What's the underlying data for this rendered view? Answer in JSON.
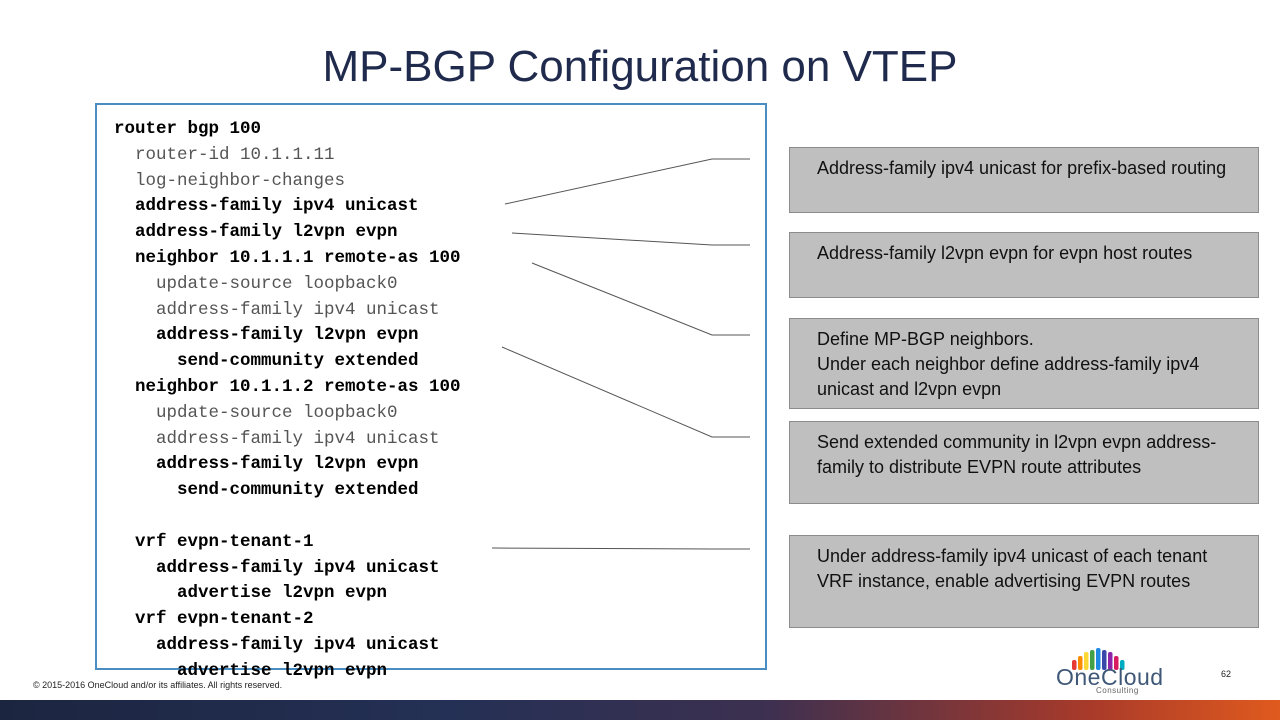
{
  "slide": {
    "title": "MP-BGP Configuration on VTEP",
    "footer": "© 2015-2016 OneCloud and/or its affiliates. All rights reserved.",
    "page_number": "62"
  },
  "code": [
    {
      "text": "router bgp 100",
      "bold": true
    },
    {
      "text": "  router-id 10.1.1.11",
      "bold": false
    },
    {
      "text": "  log-neighbor-changes",
      "bold": false
    },
    {
      "text": "  address-family ipv4 unicast",
      "bold": true
    },
    {
      "text": "  address-family l2vpn evpn",
      "bold": true
    },
    {
      "text": "  neighbor 10.1.1.1 remote-as 100",
      "bold": true
    },
    {
      "text": "    update-source loopback0",
      "bold": false
    },
    {
      "text": "    address-family ipv4 unicast",
      "bold": false
    },
    {
      "text": "    address-family l2vpn evpn",
      "bold": true
    },
    {
      "text": "      send-community extended",
      "bold": true
    },
    {
      "text": "  neighbor 10.1.1.2 remote-as 100",
      "bold": true
    },
    {
      "text": "    update-source loopback0",
      "bold": false
    },
    {
      "text": "    address-family ipv4 unicast",
      "bold": false
    },
    {
      "text": "    address-family l2vpn evpn",
      "bold": true
    },
    {
      "text": "      send-community extended",
      "bold": true
    },
    {
      "text": "",
      "bold": false
    },
    {
      "text": "  vrf evpn-tenant-1",
      "bold": true
    },
    {
      "text": "    address-family ipv4 unicast",
      "bold": true
    },
    {
      "text": "      advertise l2vpn evpn",
      "bold": true
    },
    {
      "text": "  vrf evpn-tenant-2",
      "bold": true
    },
    {
      "text": "    address-family ipv4 unicast",
      "bold": true
    },
    {
      "text": "      advertise l2vpn evpn",
      "bold": true
    }
  ],
  "notes": [
    "Address-family ipv4 unicast for prefix-based routing",
    "Address-family l2vpn evpn for  evpn host routes",
    "Define MP-BGP neighbors.\nUnder each neighbor define address-family ipv4 unicast and l2vpn evpn",
    "Send extended community in l2vpn evpn address-family to distribute EVPN route attributes",
    "Under address-family ipv4 unicast of each tenant VRF instance, enable advertising EVPN routes"
  ],
  "logo": {
    "name": "OneCloud",
    "tagline": "Consulting",
    "bar_colors": [
      "#e53935",
      "#fb8c00",
      "#fdd835",
      "#43a047",
      "#1e88e5",
      "#3949ab",
      "#8e24aa",
      "#d81b60",
      "#00acc1"
    ]
  }
}
